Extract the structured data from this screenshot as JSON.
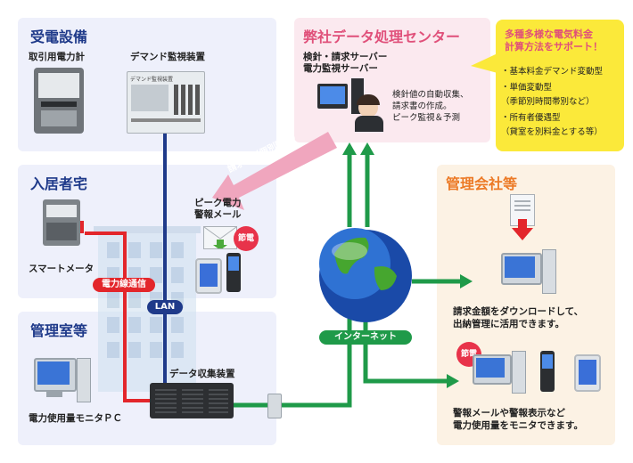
{
  "panels": {
    "substation": {
      "title": "受電設備",
      "meter_label": "取引用電力計",
      "demand_label": "デマンド監視装置"
    },
    "residence": {
      "title": "入居者宅",
      "smart_meter_label": "スマートメータ",
      "peak_mail": [
        "ピーク電力",
        "警報メール"
      ]
    },
    "mgmt_room": {
      "title": "管理室等",
      "collector_label": "データ収集装置",
      "pc_label": "電力使用量モニタＰＣ"
    },
    "center": {
      "title": "弊社データ処理センター",
      "servers": [
        "検針・請求サーバー",
        "電力監視サーバー"
      ],
      "services": [
        "検針値の自動収集、",
        "請求書の作成。",
        "ピーク監視＆予測"
      ]
    },
    "company": {
      "title": "管理会社等",
      "download_text": [
        "請求金額をダウンロードして、",
        "出納管理に活用できます。"
      ],
      "monitor_text": [
        "警報メールや警報表示など",
        "電力使用量をモニタできます。"
      ]
    }
  },
  "callout": {
    "heading": [
      "多種多様な電気料金",
      "計算方法をサポート！"
    ],
    "items": [
      "・基本料金デマンド変動型",
      "・単価変動型",
      "（季節別時間帯別など）",
      "・所有者優遇型",
      "（貸室を別料金とする等）"
    ]
  },
  "tags": {
    "lan": "LAN",
    "powerline": "電力線通信",
    "internet": "インターネット",
    "invoice": "請求書（個別郵送）",
    "savings": "節電",
    "demand_device_name": "デマンド監視装置"
  },
  "colors": {
    "navy": "#1f3a8a",
    "red": "#e3262b",
    "green": "#1f9a49",
    "pink": "#f0a6be",
    "callout": "#fbe93a"
  }
}
